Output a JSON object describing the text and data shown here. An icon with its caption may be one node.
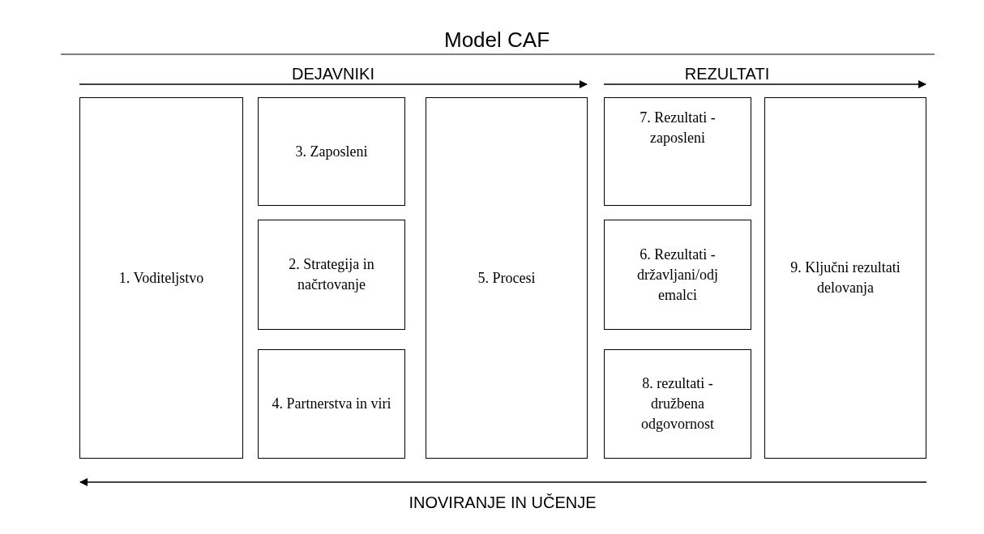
{
  "diagram": {
    "title": "Model CAF",
    "nodes": [
      {
        "text": [
          "1. Voditeljstvo"
        ]
      },
      {
        "text": [
          "3. Zaposleni"
        ]
      },
      {
        "text": [
          "2. Strategija in načrtovanje"
        ]
      },
      {
        "text": [
          "4. Partnerstva in viri"
        ]
      },
      {
        "text": [
          "5. Procesi"
        ]
      },
      {
        "text": [
          "7. Rezultati - zaposleni"
        ]
      },
      {
        "text": [
          "6. Rezultati - državljani/odj emalci"
        ]
      },
      {
        "text": [
          "8. rezultati - družbena odgovornost"
        ]
      },
      {
        "text": [
          "9. Ključni rezultati delovanja"
        ]
      }
    ],
    "labels": [
      "DEJAVNIKI",
      "REZULTATI",
      "INOVIRANJE IN UČENJE"
    ]
  }
}
